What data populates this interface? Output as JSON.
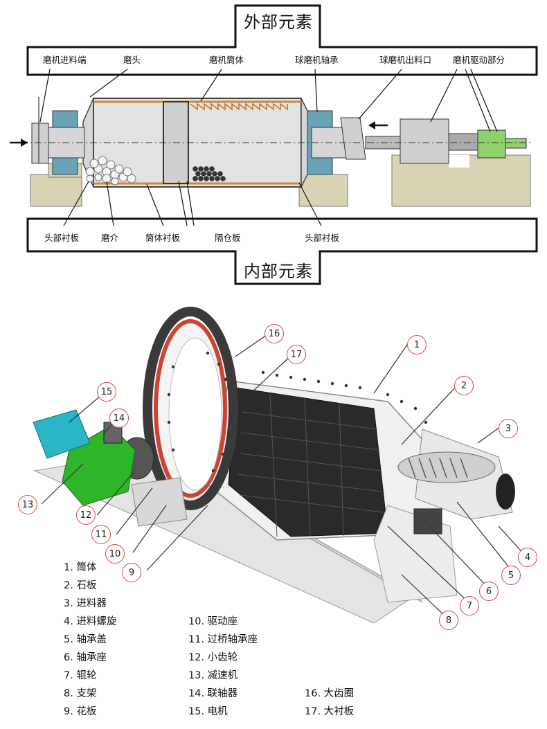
{
  "top_diagram": {
    "external_title": "外部元素",
    "internal_title": "内部元素",
    "top_labels": [
      "磨机进料端",
      "磨头",
      "磨机筒体",
      "球磨机轴承",
      "球磨机出料口",
      "磨机驱动部分"
    ],
    "bottom_labels": [
      "头部衬板",
      "磨介",
      "筒体衬板",
      "隔仓板",
      "头部衬板"
    ]
  },
  "bottom_diagram": {
    "callouts": [
      "1",
      "2",
      "3",
      "4",
      "5",
      "6",
      "7",
      "8",
      "9",
      "10",
      "11",
      "12",
      "13",
      "14",
      "15",
      "16",
      "17"
    ],
    "legend": [
      "1. 筒体",
      "2. 石板",
      "3. 进料器",
      "4. 进料螺旋",
      "5. 轴承盖",
      "6. 轴承座",
      "7. 辊轮",
      "8. 支架",
      "9. 花板",
      "10. 驱动座",
      "11. 过桥轴承座",
      "12. 小齿轮",
      "13. 减速机",
      "14. 联轴器",
      "15. 电机",
      "16. 大齿圈",
      "17. 大衬板"
    ]
  }
}
